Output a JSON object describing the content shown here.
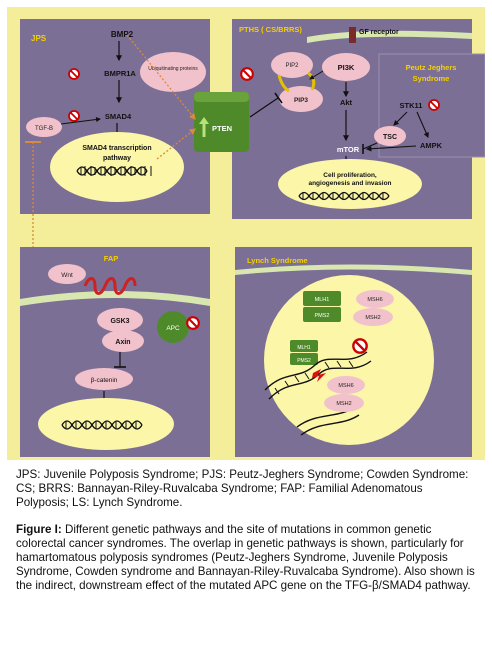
{
  "panels": {
    "jps": {
      "title": "JPS",
      "bmp2": "BMP2",
      "bmpr1a": "BMPR1A",
      "smad4": "SMAD4",
      "tgfb": "TGF-B",
      "ubiquitinating": "Ubiquitinating proteins",
      "smad4_pathway": [
        "SMAD4 transcription",
        "pathway"
      ]
    },
    "center": {
      "pten": "PTEN"
    },
    "pths": {
      "title": "PTHS ( CS/BRRS)",
      "gf_receptor": "GF receptor",
      "pip2": "PIP2",
      "pip3": "PIP3",
      "pi3k": "PI3K",
      "akt": "Akt",
      "mtor": "mTOR",
      "outcome": [
        "Cell proliferation,",
        "angiogenesis and invasion"
      ]
    },
    "pjs": {
      "title": [
        "Peutz Jeghers",
        "Syndrome"
      ],
      "stk11": "STK11",
      "tsc": "TSC",
      "ampk": "AMPK"
    },
    "fap": {
      "title": "FAP",
      "wnt": "Wnt",
      "gsk3": "GSK3",
      "apc": "APC",
      "axin": "Axin",
      "bcatenin": "β-catenin"
    },
    "lynch": {
      "title": "Lynch Syndrome",
      "mlh1": "MLH1",
      "pms2": "PMS2",
      "msh6": "MSH6",
      "msh2": "MSH2"
    }
  },
  "colors": {
    "background": "#f4ee9a",
    "panel": "#7c6f95",
    "title": "#f5d000",
    "bubble": "#f2c2cc",
    "ellipse": "#fbf6a8",
    "green": "#4f8a2a",
    "inhibit": "#cc0000"
  },
  "caption": {
    "abbreviations": "JPS: Juvenile Polyposis Syndrome; PJS: Peutz-Jeghers Syndrome; Cowden Syndrome: CS; BRRS: Bannayan-Riley-Ruvalcaba Syndrome; FAP: Familial Adenomatous Polyposis; LS: Lynch Syndrome.",
    "figure_label": "Figure I:",
    "figure_text": "Different genetic pathways and the site of mutations in common genetic colorectal cancer syndromes. The overlap in genetic pathways is shown, particularly for hamartomatous polyposis syndromes (Peutz-Jeghers Syndrome, Juvenile Polyposis Syndrome, Cowden syndrome and Bannayan-Riley-Ruvalcaba Syndrome). Also shown is the indirect, downstream effect of the mutated APC gene on the TFG-β/SMAD4 pathway."
  }
}
